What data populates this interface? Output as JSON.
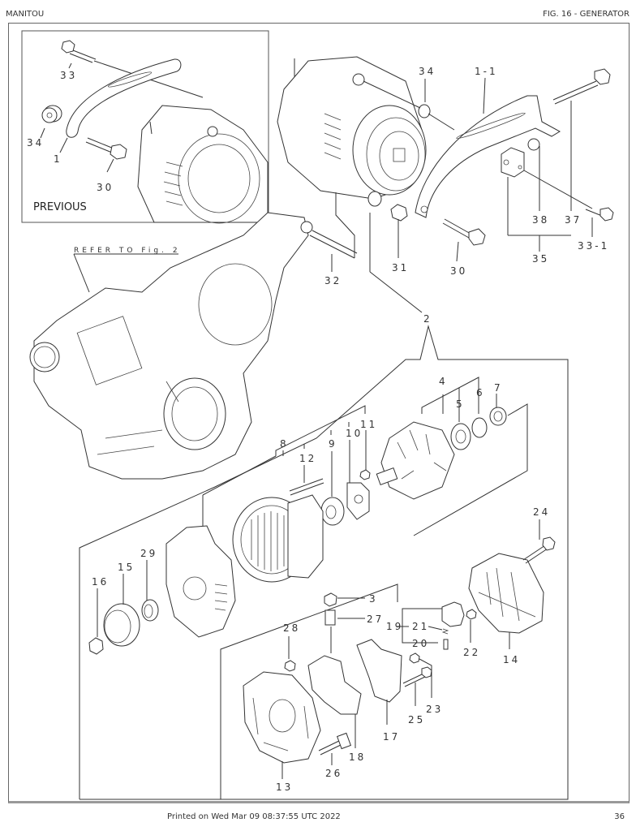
{
  "header": {
    "brand": "MANITOU",
    "figure_title": "FIG. 16 - GENERATOR"
  },
  "footer": {
    "printed": "Printed on  Wed Mar 09 08:37:55 UTC 2022",
    "page_number": "36"
  },
  "diagram": {
    "inset_label": "PREVIOUS",
    "reference_note": "REFER TO Fig. 2",
    "callouts": {
      "inset_33": "33",
      "inset_34": "34",
      "inset_1": "1",
      "inset_30": "30",
      "p34": "34",
      "p1_1": "1-1",
      "p37": "37",
      "p38": "38",
      "p35": "35",
      "p33_1": "33-1",
      "p31": "31",
      "p30": "30",
      "p32": "32",
      "p2": "2",
      "p4": "4",
      "p5": "5",
      "p6": "6",
      "p7": "7",
      "p8": "8",
      "p9": "9",
      "p10": "10",
      "p11": "11",
      "p12": "12",
      "p24": "24",
      "p16": "16",
      "p15": "15",
      "p29": "29",
      "p3": "3",
      "p27": "27",
      "p28": "28",
      "p19": "19",
      "p21": "21",
      "p20": "20",
      "p22": "22",
      "p14": "14",
      "p23": "23",
      "p25": "25",
      "p17": "17",
      "p18": "18",
      "p26": "26",
      "p13": "13"
    }
  }
}
